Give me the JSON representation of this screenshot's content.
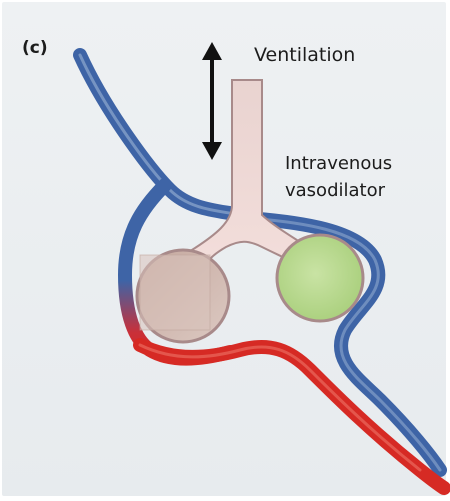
{
  "panel_label": "(c)",
  "labels": {
    "ventilation": "Ventilation",
    "vasodilator": "Intravenous vasodilator"
  },
  "colors": {
    "background": "#e9edf0",
    "vein": "#3e64a6",
    "vein_inner": "#8fa8cf",
    "artery": "#d62a24",
    "airway_fill": "#f1d6d3",
    "airway_stroke": "#a88a8a",
    "alveolus_left": "#c8aea6",
    "alveolus_right": "#b4d48c",
    "arrow": "#111111"
  }
}
